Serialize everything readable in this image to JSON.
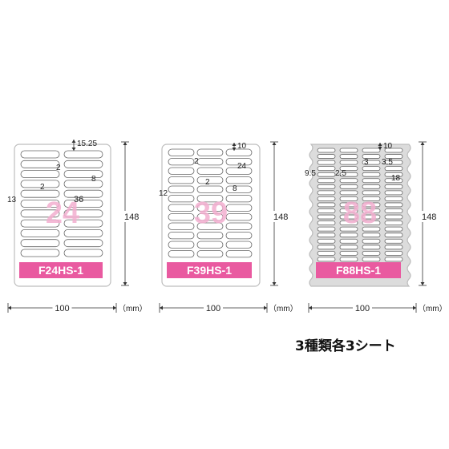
{
  "unit_label": "（mm）",
  "caption": "3種類各3シート",
  "colors": {
    "label_badge": "#e95aa0",
    "big_number": "#f3aed0",
    "sheet_border": "#bdbdbd",
    "label_outline": "#666666",
    "dimension_text": "#222222",
    "sheet_fill_88": "#dcdcdc"
  },
  "sheets": [
    {
      "model": "F24HS-1",
      "count_label": "24",
      "sheet_width": "100",
      "sheet_height": "148",
      "dims": {
        "top_margin": "15.25",
        "label_width": "36",
        "label_height": "8",
        "col_gap": "2",
        "row_gap": "2",
        "left_margin": "13"
      }
    },
    {
      "model": "F39HS-1",
      "count_label": "39",
      "sheet_width": "100",
      "sheet_height": "148",
      "dims": {
        "top_margin": "10",
        "label_width": "24",
        "label_height": "8",
        "col_gap": "2",
        "row_gap": "2",
        "left_margin": "12"
      }
    },
    {
      "model": "F88HS-1",
      "count_label": "88",
      "sheet_width": "100",
      "sheet_height": "148",
      "dims": {
        "top_margin": "10",
        "label_width": "18",
        "label_height": "3.5",
        "col_gap": "3",
        "row_gap": "2.5",
        "left_margin": "9.5"
      }
    }
  ]
}
